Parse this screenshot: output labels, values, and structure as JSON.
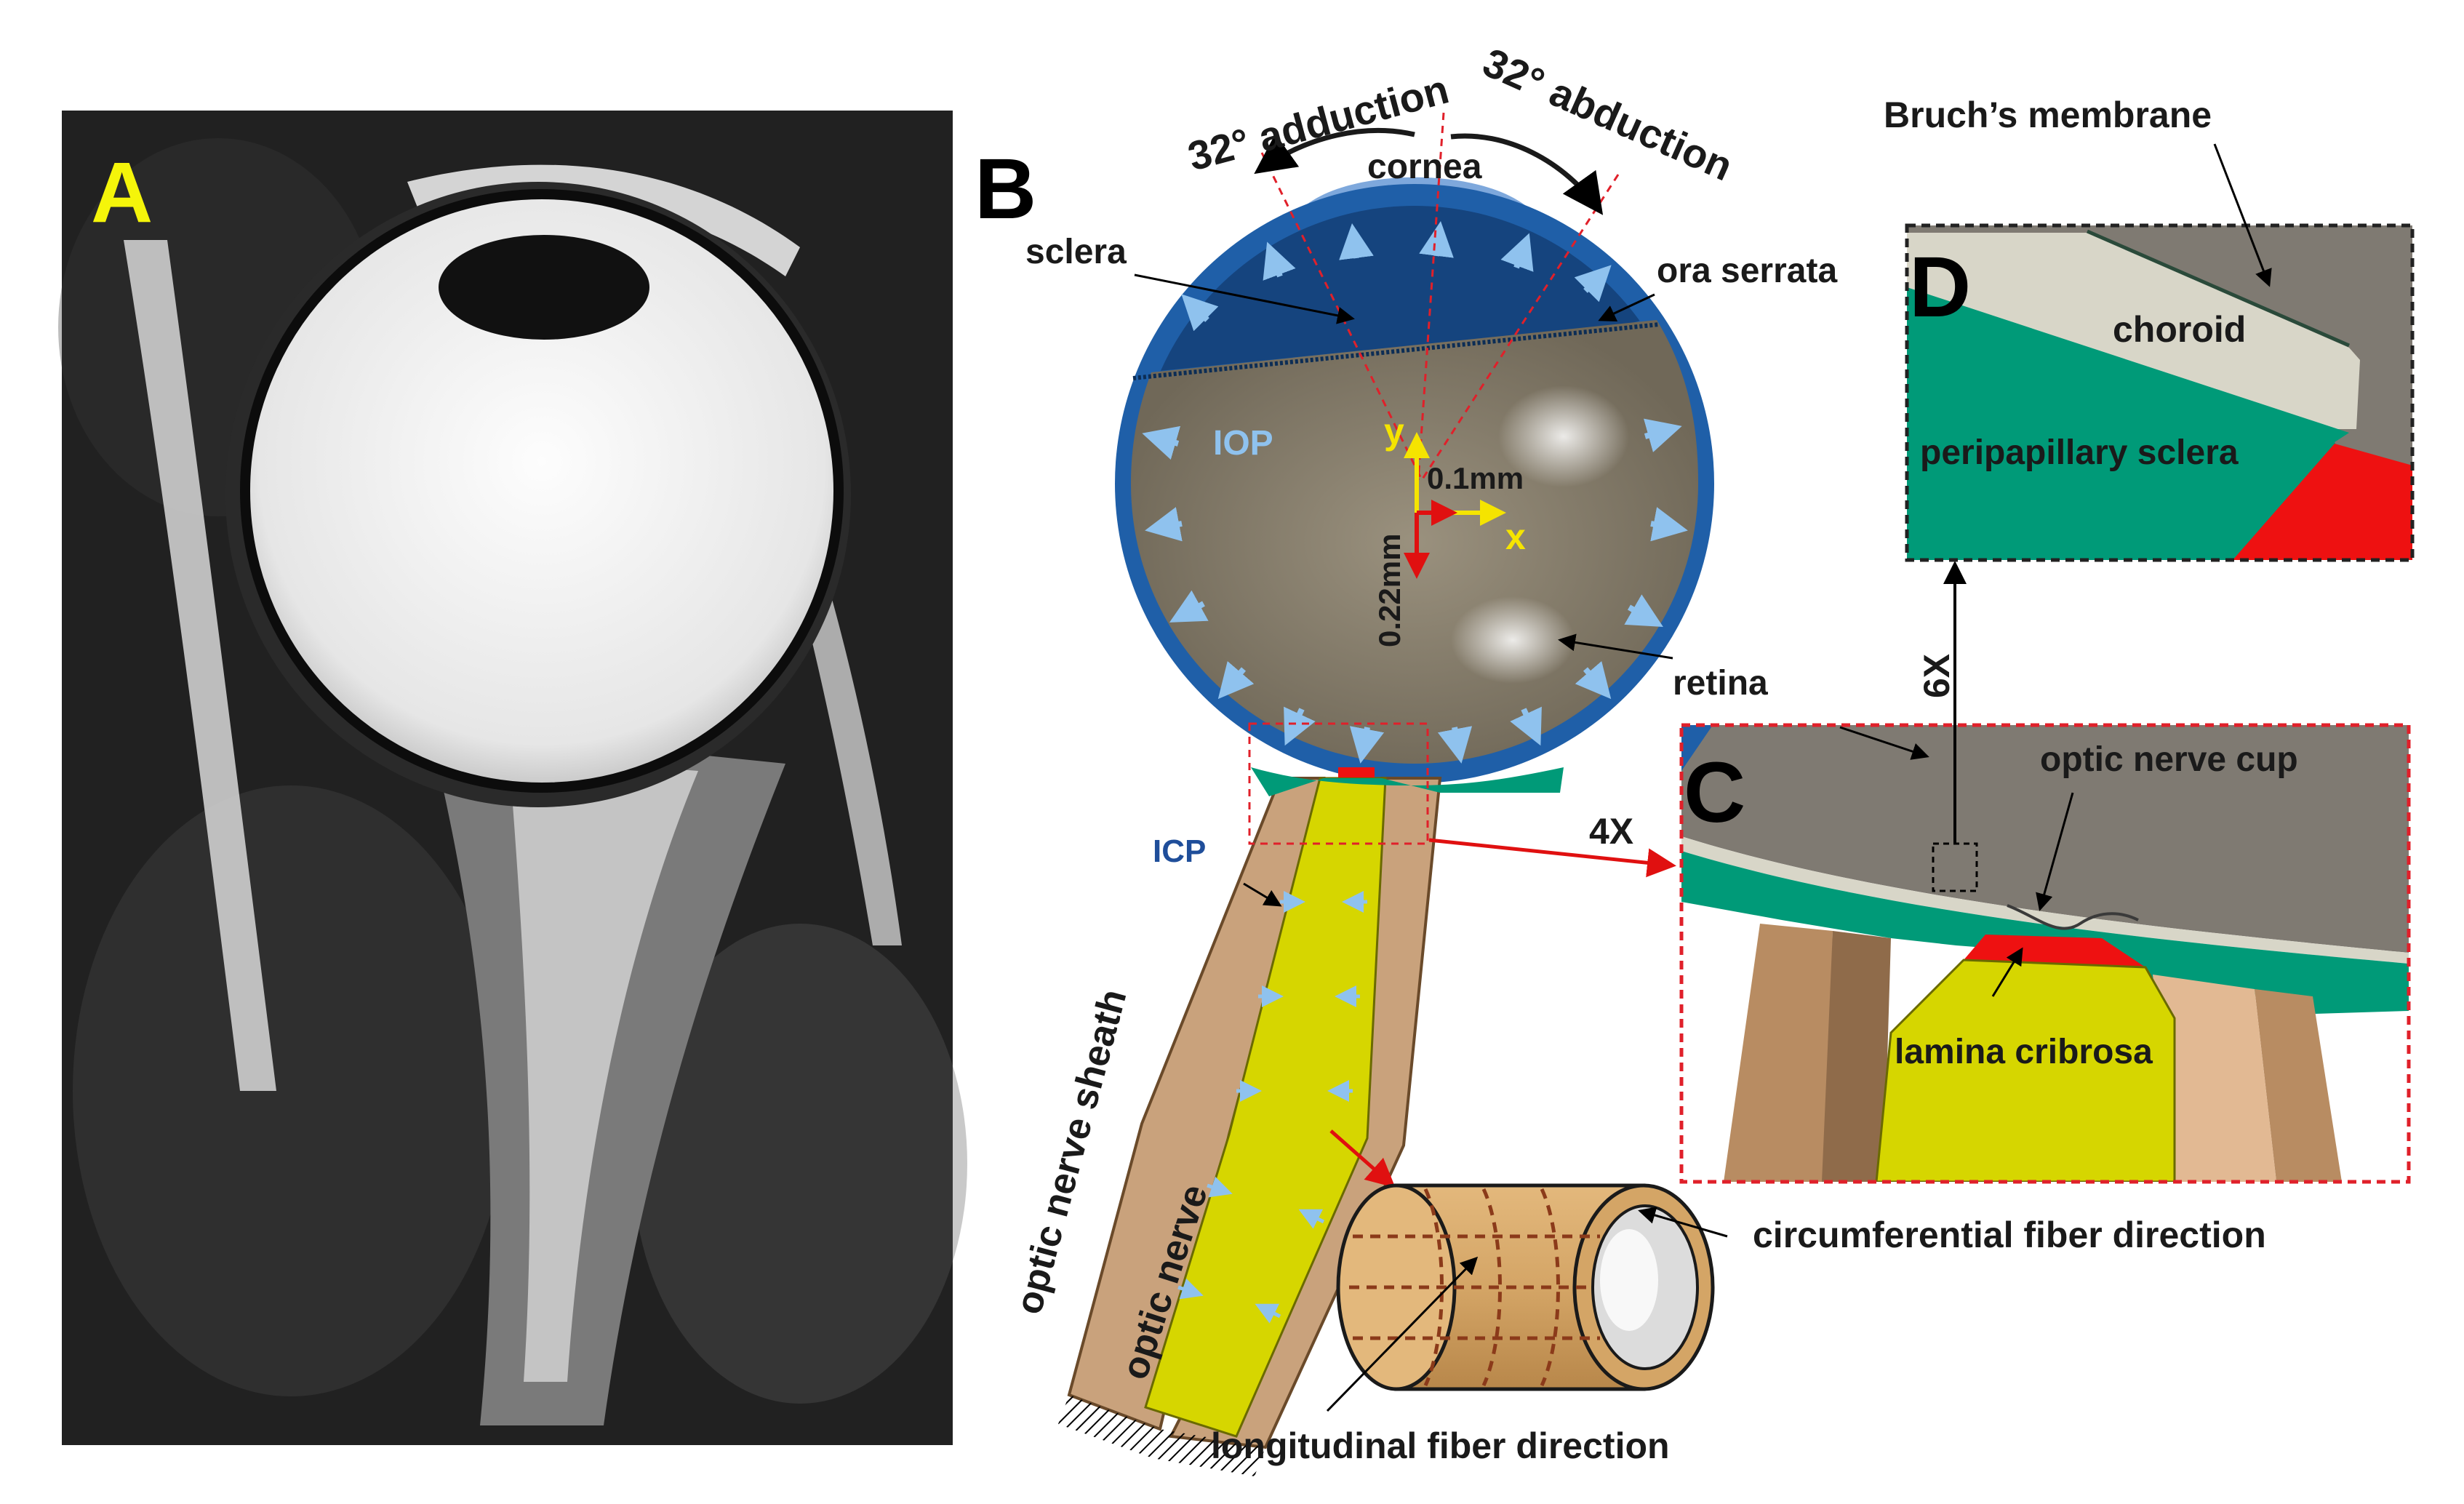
{
  "panels": {
    "a": {
      "letter": "A"
    },
    "b": {
      "letter": "B"
    },
    "c": {
      "letter": "C"
    },
    "d": {
      "letter": "D"
    }
  },
  "labels": {
    "adduction": "32° adduction",
    "abduction": "32° abduction",
    "cornea": "cornea",
    "sclera": "sclera",
    "ora_serrata": "ora serrata",
    "iop": "IOP",
    "axis_y": "y",
    "axis_x": "x",
    "dim_x": "0.1mm",
    "dim_y": "0.22mm",
    "retina": "retina",
    "icp": "ICP",
    "optic_nerve_sheath": "optic nerve sheath",
    "optic_nerve": "optic nerve",
    "zoom_c": "4X",
    "zoom_d": "6X",
    "bruchs_membrane": "Bruch’s membrane",
    "choroid": "choroid",
    "peripapillary_sclera": "peripapillary sclera",
    "optic_nerve_cup": "optic nerve cup",
    "lamina_cribrosa": "lamina cribrosa",
    "circumferential_fiber": "circumferential fiber direction",
    "longitudinal_fiber": "longitudinal fiber direction"
  },
  "colors": {
    "panel_letter_a": "#f5f50a",
    "sclera": "#1f5fa8",
    "cornea": "#7ea8dc",
    "retina": "#8d8472",
    "choroid": "#d8d6c8",
    "peripapillary_sclera": "#009a78",
    "lamina_cribrosa": "#ee1111",
    "optic_nerve": "#d6d600",
    "sheath": "#c9a27c",
    "iop_arrows": "#8fc2ee",
    "icp_label": "#1f4e9a",
    "dashed_guides": "#e0202a"
  }
}
